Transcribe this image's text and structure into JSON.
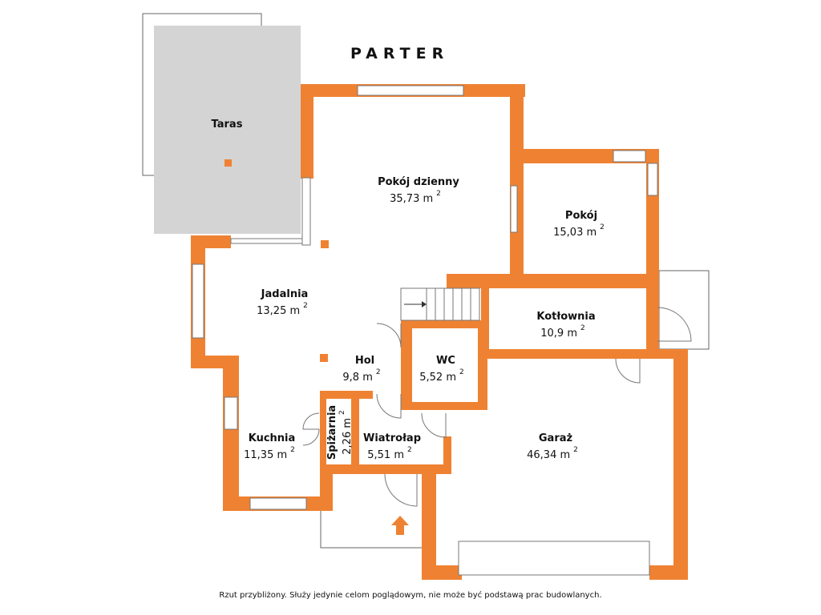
{
  "title": "PARTER",
  "rooms": {
    "taras": {
      "name": "Taras"
    },
    "pokoj_dzienny": {
      "name": "Pokój dzienny",
      "area": "35,73 m",
      "unit_exp": "2"
    },
    "pokoj": {
      "name": "Pokój",
      "area": "15,03 m",
      "unit_exp": "2"
    },
    "jadalnia": {
      "name": "Jadalnia",
      "area": "13,25 m",
      "unit_exp": "2"
    },
    "kotlownia": {
      "name": "Kotłownia",
      "area": "10,9 m",
      "unit_exp": "2"
    },
    "hol": {
      "name": "Hol",
      "area": "9,8 m",
      "unit_exp": "2"
    },
    "wc": {
      "name": "WC",
      "area": "5,52 m",
      "unit_exp": "2"
    },
    "spizarnia": {
      "name": "Spiżarnia",
      "area": "2,26 m",
      "unit_exp": "2"
    },
    "kuchnia": {
      "name": "Kuchnia",
      "area": "11,35 m",
      "unit_exp": "2"
    },
    "wiatrolap": {
      "name": "Wiatrołap",
      "area": "5,51 m",
      "unit_exp": "2"
    },
    "garaz": {
      "name": "Garaż",
      "area": "46,34 m",
      "unit_exp": "2"
    }
  },
  "footer": "Rzut przybliżony. Służy jedynie celom poglądowym, nie może być podstawą prac budowlanych.",
  "colors": {
    "wall": "#ef8232",
    "terrace": "#d4d4d4",
    "outline": "#666666"
  },
  "icons": {
    "entrance": "arrow-up-icon",
    "stairs": "stairs-icon"
  }
}
